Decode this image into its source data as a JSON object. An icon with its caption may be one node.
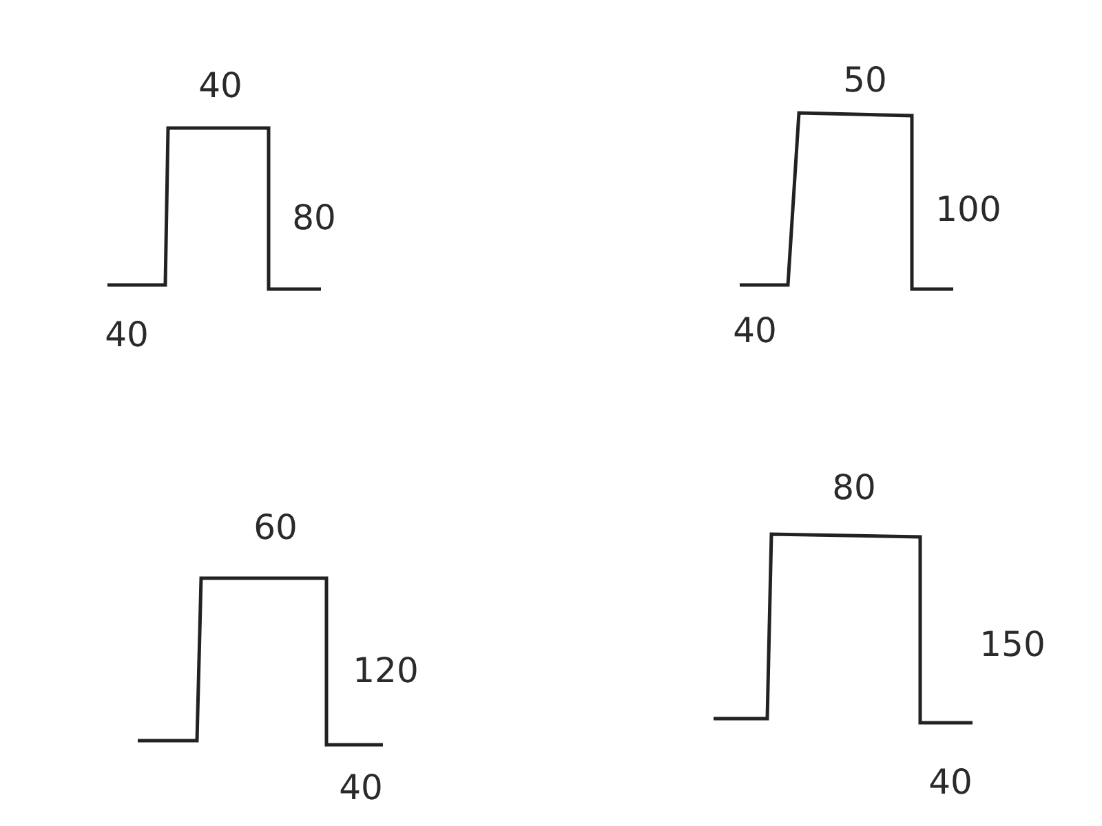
{
  "diagram": {
    "labels": [
      "40",
      "80",
      "40",
      "50",
      "100",
      "40",
      "60",
      "120",
      "40",
      "80",
      "150",
      "40"
    ]
  }
}
